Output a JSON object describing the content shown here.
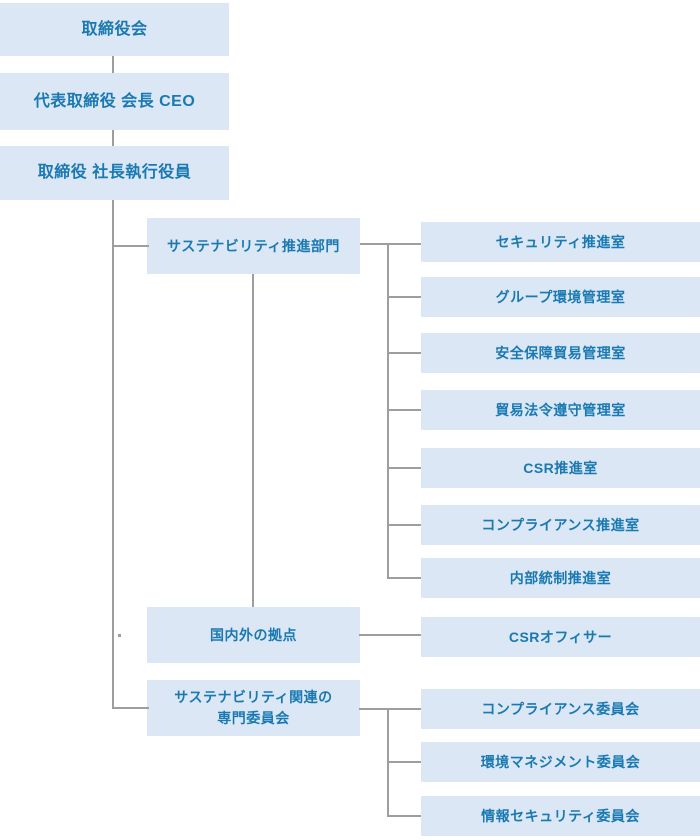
{
  "org_chart": {
    "top_chain": [
      {
        "label": "取締役会"
      },
      {
        "label": "代表取締役 会長 CEO"
      },
      {
        "label": "取締役 社長執行役員"
      }
    ],
    "branches": {
      "sustainability_dept": {
        "label": "サステナビリティ推進部門"
      },
      "domestic_overseas_sites": {
        "label": "国内外の拠点"
      },
      "sustainability_committees": {
        "label_line1": "サステナビリティ関連の",
        "label_line2": "専門委員会"
      }
    },
    "dept_children": [
      {
        "label": "セキュリティ推進室"
      },
      {
        "label": "グループ環境管理室"
      },
      {
        "label": "安全保障貿易管理室"
      },
      {
        "label": "貿易法令遵守管理室"
      },
      {
        "label": "CSR推進室"
      },
      {
        "label": "コンプライアンス推進室"
      },
      {
        "label": "内部統制推進室"
      }
    ],
    "sites_children": [
      {
        "label": "CSRオフィサー"
      }
    ],
    "committee_children": [
      {
        "label": "コンプライアンス委員会"
      },
      {
        "label": "環境マネジメント委員会"
      },
      {
        "label": "情報セキュリティ委員会"
      }
    ],
    "colors": {
      "box_fill": "#dbe7f5",
      "box_text": "#1a79b1",
      "connector_line": "#9e9e9e",
      "background": "#ffffff"
    }
  }
}
